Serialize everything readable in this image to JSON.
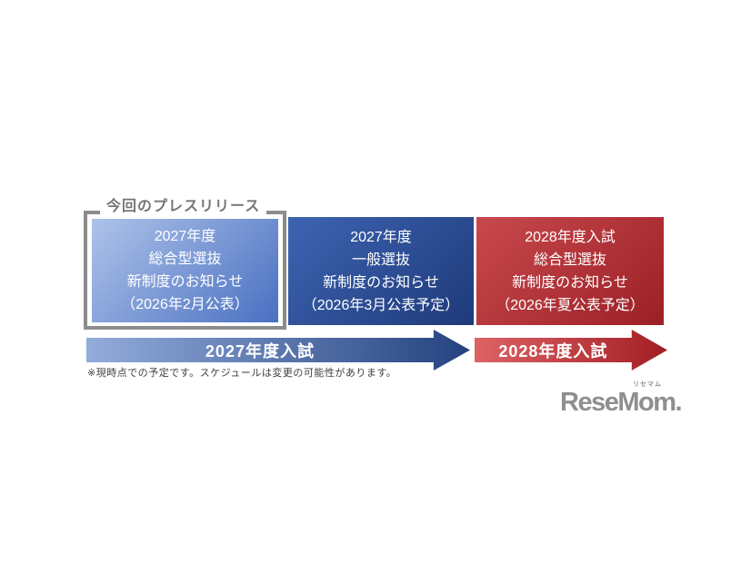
{
  "title_label": "今回のプレスリリース",
  "frame_color": "#8c8c8c",
  "boxes": [
    {
      "id": "box-2027-sogo",
      "lines": [
        "2027年度",
        "総合型選抜",
        "新制度のお知らせ",
        "（2026年2月公表）"
      ],
      "angle": "135deg",
      "gradient_from": "#aec3e9",
      "gradient_to": "#4a70c2",
      "highlighted": true
    },
    {
      "id": "box-2027-ippan",
      "lines": [
        "2027年度",
        "一般選抜",
        "新制度のお知らせ",
        "（2026年3月公表予定）"
      ],
      "angle": "135deg",
      "gradient_from": "#3e64b2",
      "gradient_to": "#1e3a7a",
      "highlighted": false
    },
    {
      "id": "box-2028-sogo",
      "lines": [
        "2028年度入試",
        "総合型選抜",
        "新制度のお知らせ",
        "（2026年夏公表予定）"
      ],
      "angle": "135deg",
      "gradient_from": "#c8494d",
      "gradient_to": "#9b2026",
      "highlighted": false
    }
  ],
  "arrows": [
    {
      "id": "arrow-2027",
      "label": "2027年度入試",
      "angle": "90deg",
      "gradient_from": "#93acdc",
      "gradient_to": "#24427f"
    },
    {
      "id": "arrow-2028",
      "label": "2028年度入試",
      "angle": "90deg",
      "gradient_from": "#dd6365",
      "gradient_to": "#a21e24"
    }
  ],
  "note": "※現時点での予定です。スケジュールは変更の可能性があります。",
  "logo": {
    "text": "ReseMom.",
    "ruby": "リセマム",
    "color": "#8f8f8f"
  }
}
